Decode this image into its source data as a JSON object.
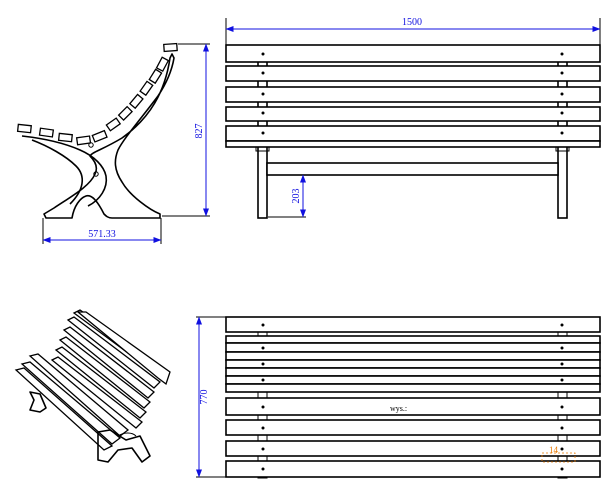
{
  "dimensions": {
    "width_total": "1500",
    "height_total": "827",
    "seat_height": "203",
    "depth_base": "571.33",
    "depth_top": "770",
    "detail": "14"
  },
  "annotations": {
    "label": "wys.:"
  }
}
